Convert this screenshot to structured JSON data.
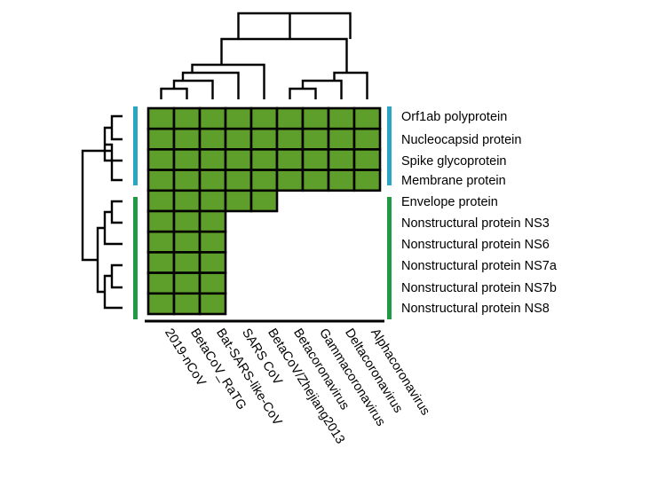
{
  "chart_data": {
    "type": "heatmap",
    "columns": [
      "2019-nCoV",
      "BetaCoV_RaTG",
      "Bat-SARS-like-CoV",
      "SARS CoV",
      "BetaCoV/Zhejiang2013",
      "Betacoronavirus",
      "Gammacoronavirus",
      "Deltacoronavirus",
      "Alphacoronavirus"
    ],
    "rows": [
      "Orf1ab polyprotein",
      "Nucleocapsid protein",
      "Spike glycoprotein",
      "Membrane protein",
      "Envelope protein",
      "Nonstructural protein NS3",
      "Nonstructural protein NS6",
      "Nonstructural protein NS7a",
      "Nonstructural protein NS7b",
      "Nonstructural protein NS8"
    ],
    "presence_counts": [
      9,
      9,
      9,
      9,
      5,
      3,
      3,
      3,
      3,
      3
    ],
    "row_groups": [
      {
        "rows": [
          0,
          1,
          2,
          3
        ],
        "color": "#2aa6c4"
      },
      {
        "rows": [
          4,
          5,
          6,
          7,
          8,
          9
        ],
        "color": "#1e9a45"
      }
    ],
    "cell_color": "#5e9e2a",
    "grid": true
  }
}
